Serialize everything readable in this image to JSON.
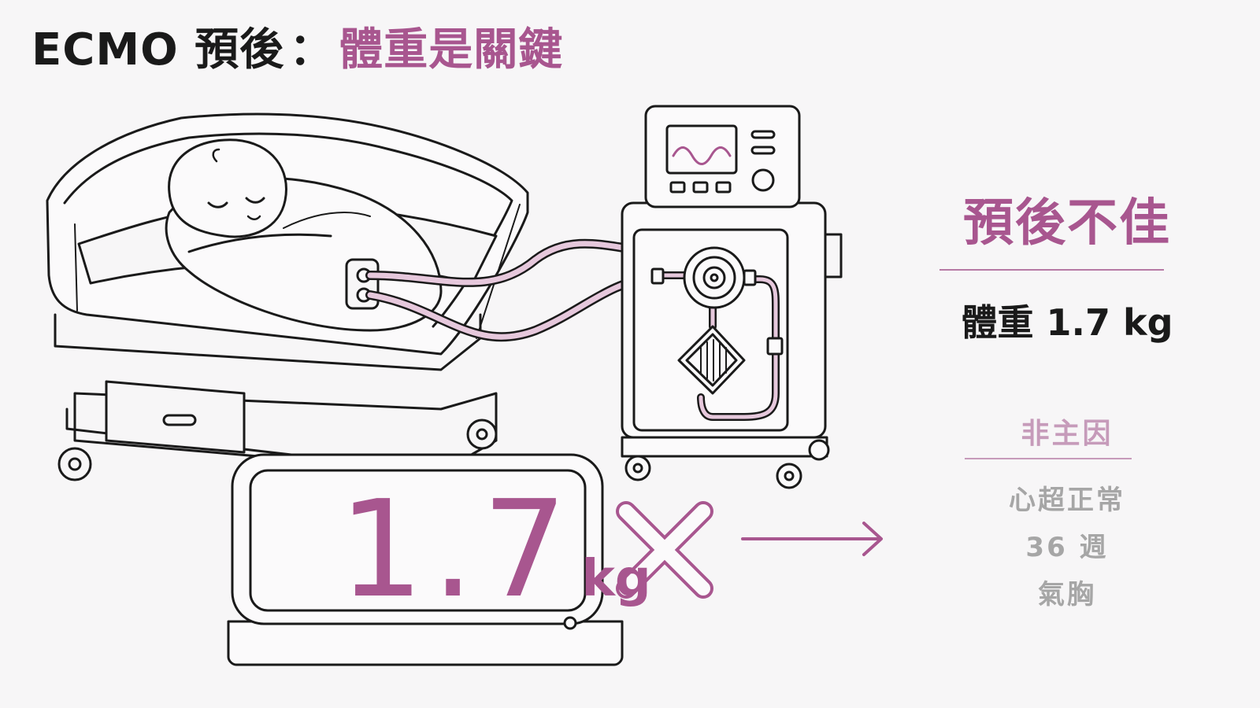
{
  "title": {
    "prefix": "ECMO 預後",
    "separator": "：",
    "emphasis": "體重是關鍵"
  },
  "outcome": {
    "verdict": "預後不佳",
    "weight_label": "體重 1.7 kg"
  },
  "non_causes": {
    "heading": "非主因",
    "items": [
      "心超正常",
      "36 週",
      "氣胸"
    ]
  },
  "scale": {
    "value": "1.7",
    "unit": "kg"
  },
  "colors": {
    "accent": "#a8568f",
    "accent_light": "#c69bba",
    "muted_text": "#a6a6a6",
    "line": "#1a1a1a"
  },
  "icons": [
    "crib-icon",
    "infant-icon",
    "ecmo-machine-icon",
    "scale-icon",
    "cross-icon",
    "arrow-right-icon"
  ]
}
